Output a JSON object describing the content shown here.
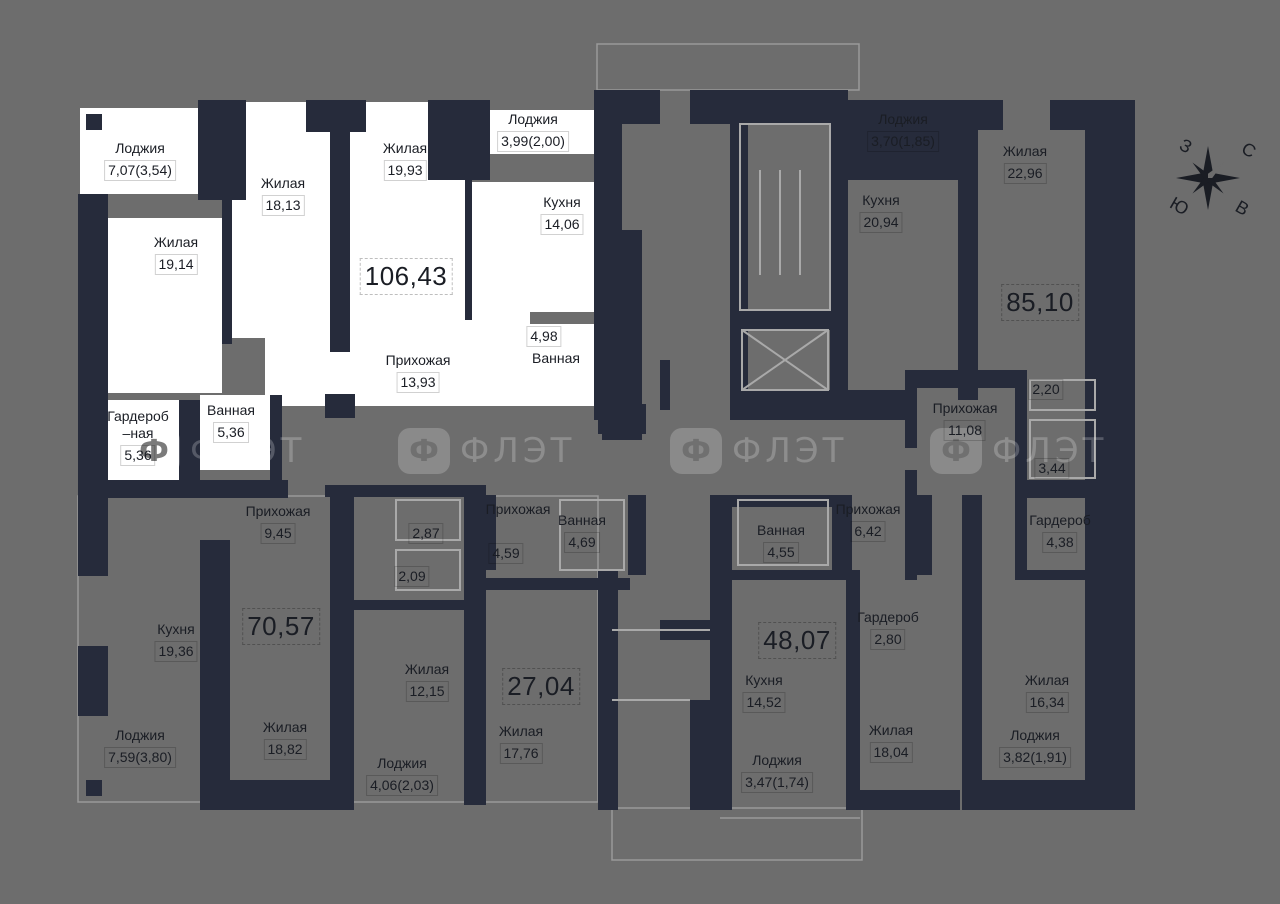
{
  "apartments": {
    "a106": {
      "total": "106,43",
      "rooms": [
        {
          "label": "Лоджия",
          "area": "7,07(3,54)"
        },
        {
          "label": "Жилая",
          "area": "18,13"
        },
        {
          "label": "Жилая",
          "area": "19,93"
        },
        {
          "label": "Лоджия",
          "area": "3,99(2,00)"
        },
        {
          "label": "Кухня",
          "area": "14,06"
        },
        {
          "label": "Жилая",
          "area": "19,14"
        },
        {
          "label": "Прихожая",
          "area": "13,93"
        },
        {
          "label": "Ванная",
          "area": "4,98"
        },
        {
          "label": "Гардероб\n–ная",
          "area": "5,36"
        },
        {
          "label": "Ванная",
          "area": "5,36"
        }
      ]
    },
    "a7057": {
      "total": "70,57",
      "rooms": [
        {
          "label": "Прихожая",
          "area": "9,45"
        },
        {
          "label": "",
          "area": "2,87"
        },
        {
          "label": "",
          "area": "2,09"
        },
        {
          "label": "Кухня",
          "area": "19,36"
        },
        {
          "label": "Жилая",
          "area": "12,15"
        },
        {
          "label": "Жилая",
          "area": "18,82"
        },
        {
          "label": "Лоджия",
          "area": "7,59(3,80)"
        },
        {
          "label": "Лоджия",
          "area": "4,06(2,03)"
        }
      ]
    },
    "a2704": {
      "total": "27,04",
      "rooms": [
        {
          "label": "Прихожая",
          "area": "4,59"
        },
        {
          "label": "Ванная",
          "area": "4,69"
        },
        {
          "label": "Жилая",
          "area": "17,76"
        }
      ]
    },
    "a4807": {
      "total": "48,07",
      "rooms": [
        {
          "label": "Ванная",
          "area": "4,55"
        },
        {
          "label": "Прихожая",
          "area": "6,42"
        },
        {
          "label": "Гардероб",
          "area": "2,80"
        },
        {
          "label": "Кухня",
          "area": "14,52"
        },
        {
          "label": "Жилая",
          "area": "18,04"
        },
        {
          "label": "Лоджия",
          "area": "3,47(1,74)"
        }
      ]
    },
    "a8510": {
      "total": "85,10",
      "rooms": [
        {
          "label": "Лоджия",
          "area": "3,70(1,85)"
        },
        {
          "label": "Жилая",
          "area": "22,96"
        },
        {
          "label": "Кухня",
          "area": "20,94"
        },
        {
          "label": "Прихожая",
          "area": "11,08"
        },
        {
          "label": "",
          "area": "2,20"
        },
        {
          "label": "",
          "area": "3,44"
        },
        {
          "label": "Гардероб",
          "area": "4,38"
        },
        {
          "label": "Жилая",
          "area": "16,34"
        },
        {
          "label": "Лоджия",
          "area": "3,82(1,91)"
        }
      ]
    }
  },
  "compass": {
    "north": "С",
    "east": "В",
    "south": "Ю",
    "west": "З"
  },
  "watermark": {
    "logo": "Ф",
    "text": "ФЛЭТ"
  },
  "colors": {
    "background": "#6d6d6d",
    "walls": "#262b3b",
    "highlight": "#ffffff",
    "text": "#1a1d24"
  }
}
